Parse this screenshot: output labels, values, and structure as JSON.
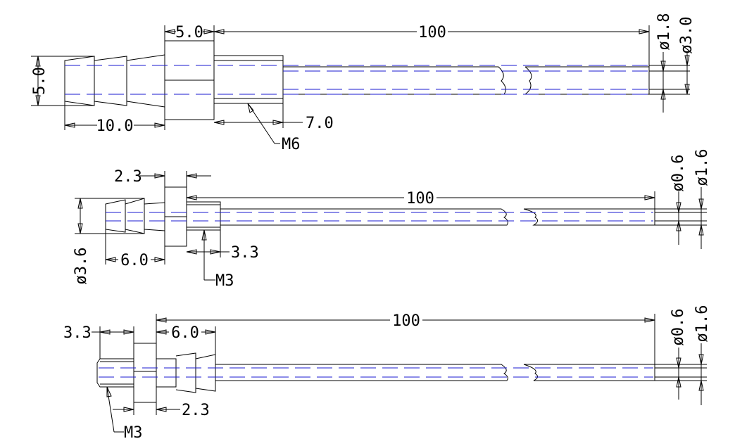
{
  "drawing": {
    "view1": {
      "overall_length": "100",
      "hex_width": "5.0",
      "barb_diameter": "5.0",
      "barb_length": "10.0",
      "thread_length": "7.0",
      "thread_label": "M6",
      "tube_id": "ø1.8",
      "tube_od": "ø3.0"
    },
    "view2": {
      "overall_length": "100",
      "hex_width": "2.3",
      "barb_diameter": "ø3.6",
      "barb_length": "6.0",
      "thread_length": "3.3",
      "thread_label": "M3",
      "tube_id": "ø0.6",
      "tube_od": "ø1.6"
    },
    "view3": {
      "overall_length": "100",
      "thread_length": "3.3",
      "barb_length": "6.0",
      "hex_width": "2.3",
      "thread_label": "M3",
      "tube_id": "ø0.6",
      "tube_od": "ø1.6"
    }
  }
}
